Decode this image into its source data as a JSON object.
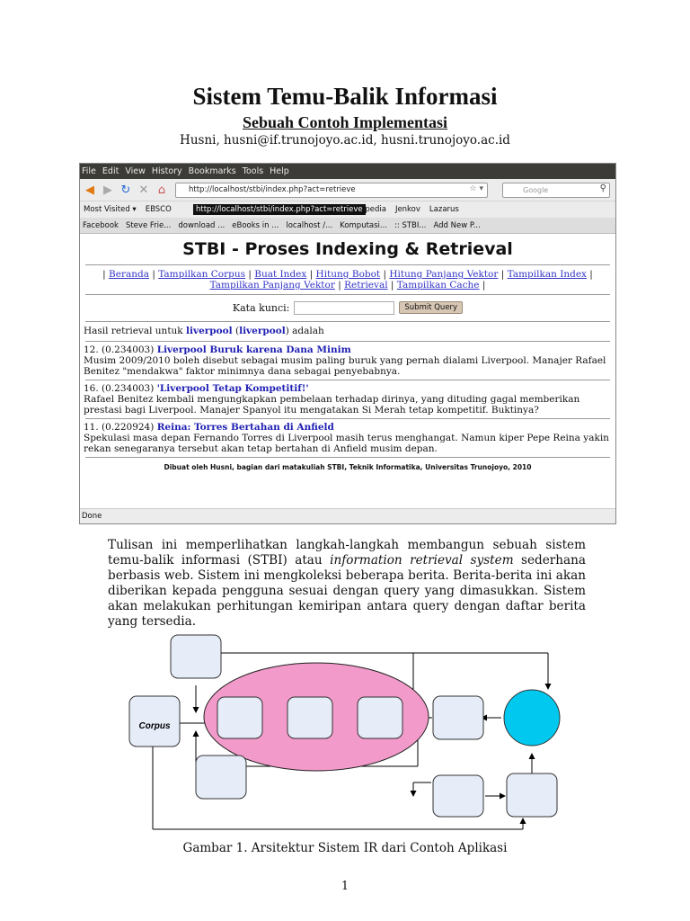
{
  "document": {
    "title": "Sistem Temu-Balik Informasi",
    "subtitle": "Sebuah Contoh Implementasi",
    "author": "Husni, husni@if.trunojoyo.ac.id, husni.trunojoyo.ac.id",
    "paragraph_plain_1": "Tulisan ini memperlihatkan langkah-langkah membangun sebuah sistem temu-balik informasi (STBI) atau ",
    "paragraph_italic": "information retrieval system",
    "paragraph_plain_2": " sederhana berbasis web. Sistem ini mengkoleksi  beberapa berita. Berita-berita ini akan diberikan kepada pengguna sesuai dengan query yang dimasukkan. Sistem akan melakukan perhitungan kemiripan antara query dengan daftar berita yang tersedia.",
    "figure_caption": "Gambar 1. Arsitektur Sistem IR dari Contoh Aplikasi",
    "page_number": "1"
  },
  "browser": {
    "menu": [
      "File",
      "Edit",
      "View",
      "History",
      "Bookmarks",
      "Tools",
      "Help"
    ],
    "url": "http://localhost/stbi/index.php?act=retrieve",
    "search_placeholder": "Google",
    "bookmarks": [
      "Most Visited ▾",
      "EBSCO",
      "Gigapedia",
      "Jenkov",
      "Lazarus"
    ],
    "tooltip": "http://localhost/stbi/index.php?act=retrieve",
    "tabs": [
      "Facebook",
      "Steve Frie...",
      "download ...",
      "eBooks in ...",
      "localhost /...",
      "Komputasi...",
      ":: STBI...",
      "Add New P..."
    ],
    "page_heading": "STBI - Proses Indexing & Retrieval",
    "nav_links": [
      "Beranda",
      "Tampilkan Corpus",
      "Buat Index",
      "Hitung Bobot",
      "Hitung Panjang Vektor",
      "Tampilkan Index",
      "Tampilkan Panjang Vektor",
      "Retrieval",
      "Tampilkan Cache"
    ],
    "search_label": "Kata kunci:",
    "submit_label": "Submit Query",
    "result_intro": {
      "prefix": "Hasil retrieval untuk ",
      "query": "liverpool",
      "paren_query": "liverpool",
      "suffix": " adalah"
    },
    "results": [
      {
        "rank": "12. (0.234003)",
        "title": "Liverpool Buruk karena Dana Minim",
        "snippet": "Musim 2009/2010 boleh disebut sebagai musim paling buruk yang pernah dialami Liverpool. Manajer Rafael Benitez \"mendakwa\" faktor minimnya dana sebagai penyebabnya."
      },
      {
        "rank": "16. (0.234003)",
        "title": "'Liverpool Tetap Kompetitif!'",
        "snippet": "Rafael Benitez kembali mengungkapkan pembelaan terhadap dirinya, yang dituding gagal memberikan prestasi bagi Liverpool. Manajer Spanyol itu mengatakan Si Merah tetap kompetitif. Buktinya?"
      },
      {
        "rank": "11. (0.220924)",
        "title": "Reina: Torres Bertahan di Anfield",
        "snippet": "Spekulasi masa depan Fernando Torres di Liverpool masih terus menghangat. Namun kiper Pepe Reina yakin rekan senegaranya tersebut akan tetap bertahan di Anfield musim depan."
      }
    ],
    "footer_credit": "Dibuat oleh Husni, bagian dari matakuliah STBI, Teknik Informatika, Universitas Trunojoyo, 2010",
    "status": "Done"
  },
  "diagram": {
    "corpus_label": "Corpus",
    "colors": {
      "box": "#e6ecf8",
      "ellipse": "#f29ac9",
      "circle": "#00c8ef"
    }
  }
}
